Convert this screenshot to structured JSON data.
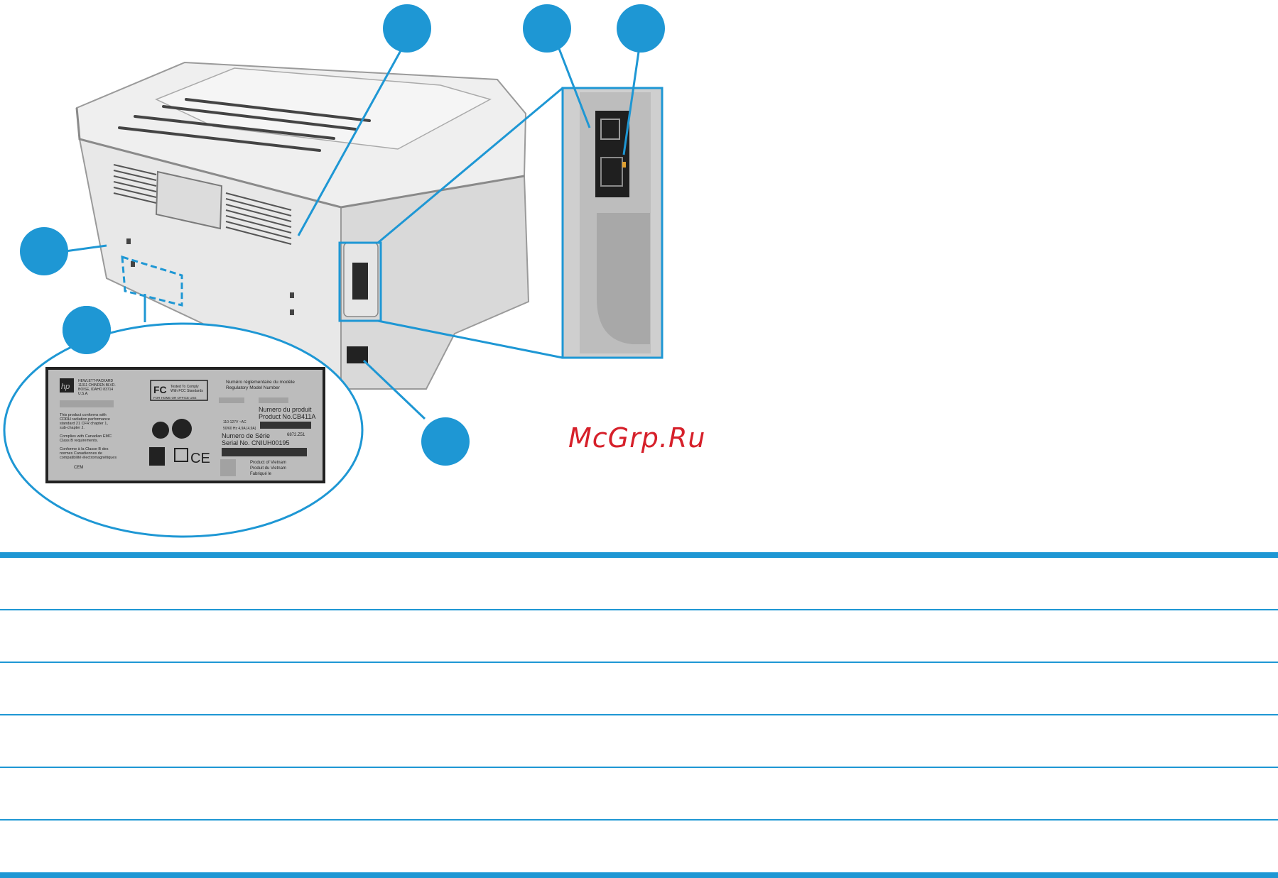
{
  "colors": {
    "callout_blue": "#1e97d4",
    "watermark_red": "#d6202a",
    "label_gray": "#bcbcbc",
    "printer_body": "#e3e3e3"
  },
  "watermark": "McGrp.Ru",
  "label": {
    "brand_logo": "hp",
    "address": [
      "HEWLETT-PACKARD",
      "11311 CHINDEN BLVD.",
      "BOISE, IDAHO 83714",
      "U.S.A."
    ],
    "regulatory_fr": "Numéro réglementaire du modèle",
    "regulatory_en": "Regulatory Model Number",
    "fcc_mark": "FC",
    "fcc_text": [
      "Tested To Comply",
      "With FCC Standards"
    ],
    "fcc_sub": "FOR HOME OR OFFICE USE",
    "cdrh_text": [
      "This product conforms with",
      "CDRH radiation performance",
      "standard 21 CFR chapter 1,",
      "sub-chapter J."
    ],
    "canadian_text": [
      "Complies with Canadian EMC",
      "Class B requirements."
    ],
    "conforme_text": [
      "Conforme à la Classe B des",
      "normes Canadiennes de",
      "compatibilité électromagnétiques"
    ],
    "cem": "CEM",
    "voltage": "110-127V  ~AC",
    "frequency": "50/60 Hz 4,9A (4,9A)",
    "product_no_fr": "Numero du produit",
    "product_no": "Product No.CB411A",
    "code": "6872.Z51",
    "serial_fr": "Numero de Série",
    "serial_no": "Serial No.  CNIUH00195",
    "origin": [
      "Product of Vietnam",
      "Produit du Vietnam",
      "Fabriqué le"
    ],
    "ce_mark": "CE"
  },
  "table": {
    "row_count": 6
  }
}
